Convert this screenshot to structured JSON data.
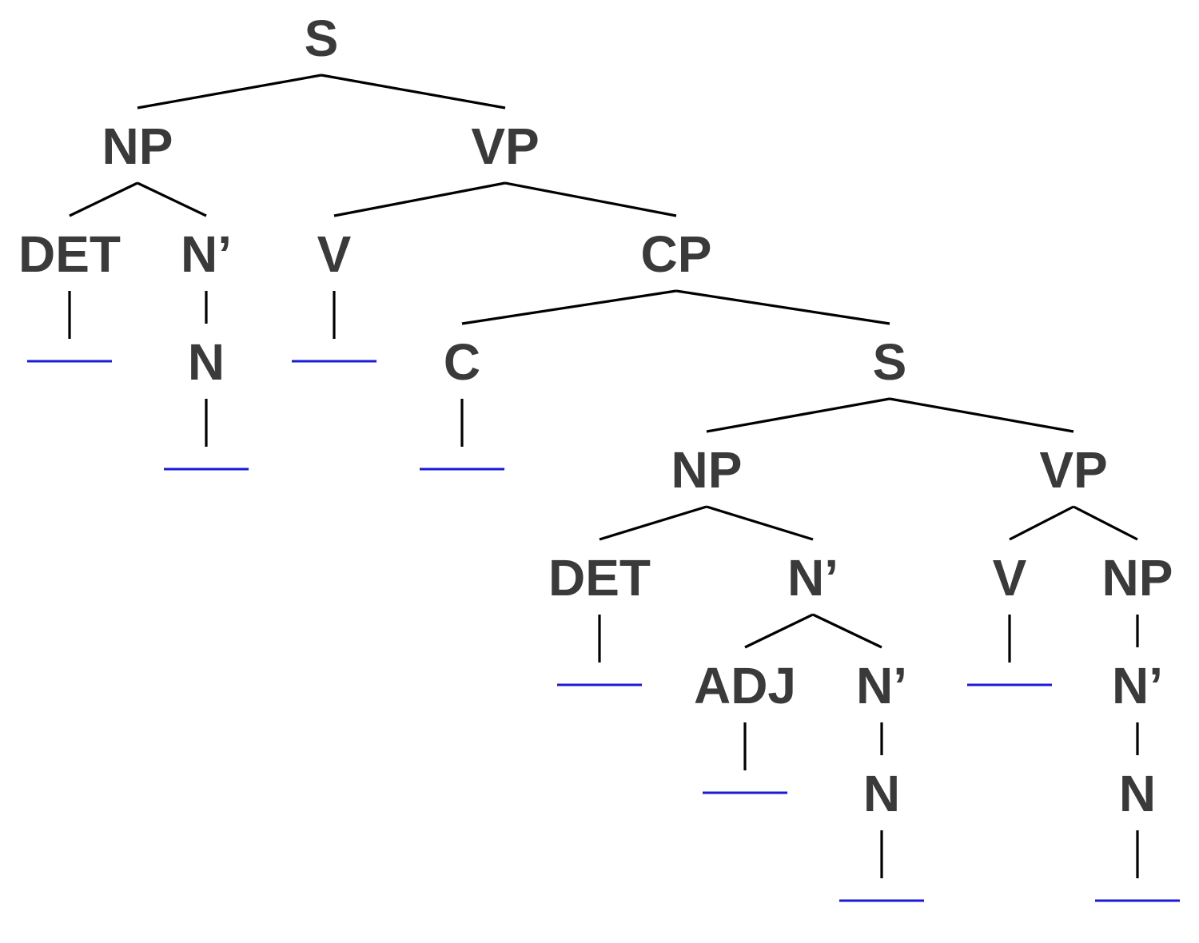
{
  "tree": {
    "root": {
      "label": "S",
      "children": [
        {
          "label": "NP",
          "children": [
            {
              "label": "DET",
              "blank": true
            },
            {
              "label": "N’",
              "children": [
                {
                  "label": "N",
                  "blank": true
                }
              ]
            }
          ]
        },
        {
          "label": "VP",
          "children": [
            {
              "label": "V",
              "blank": true
            },
            {
              "label": "CP",
              "children": [
                {
                  "label": "C",
                  "blank": true
                },
                {
                  "label": "S",
                  "children": [
                    {
                      "label": "NP",
                      "children": [
                        {
                          "label": "DET",
                          "blank": true
                        },
                        {
                          "label": "N’",
                          "children": [
                            {
                              "label": "ADJ",
                              "blank": true
                            },
                            {
                              "label": "N’",
                              "children": [
                                {
                                  "label": "N",
                                  "blank": true
                                }
                              ]
                            }
                          ]
                        }
                      ]
                    },
                    {
                      "label": "VP",
                      "children": [
                        {
                          "label": "V",
                          "blank": true
                        },
                        {
                          "label": "NP",
                          "children": [
                            {
                              "label": "N’",
                              "children": [
                                {
                                  "label": "N",
                                  "blank": true
                                }
                              ]
                            }
                          ]
                        }
                      ]
                    }
                  ]
                }
              ]
            }
          ]
        }
      ]
    }
  }
}
